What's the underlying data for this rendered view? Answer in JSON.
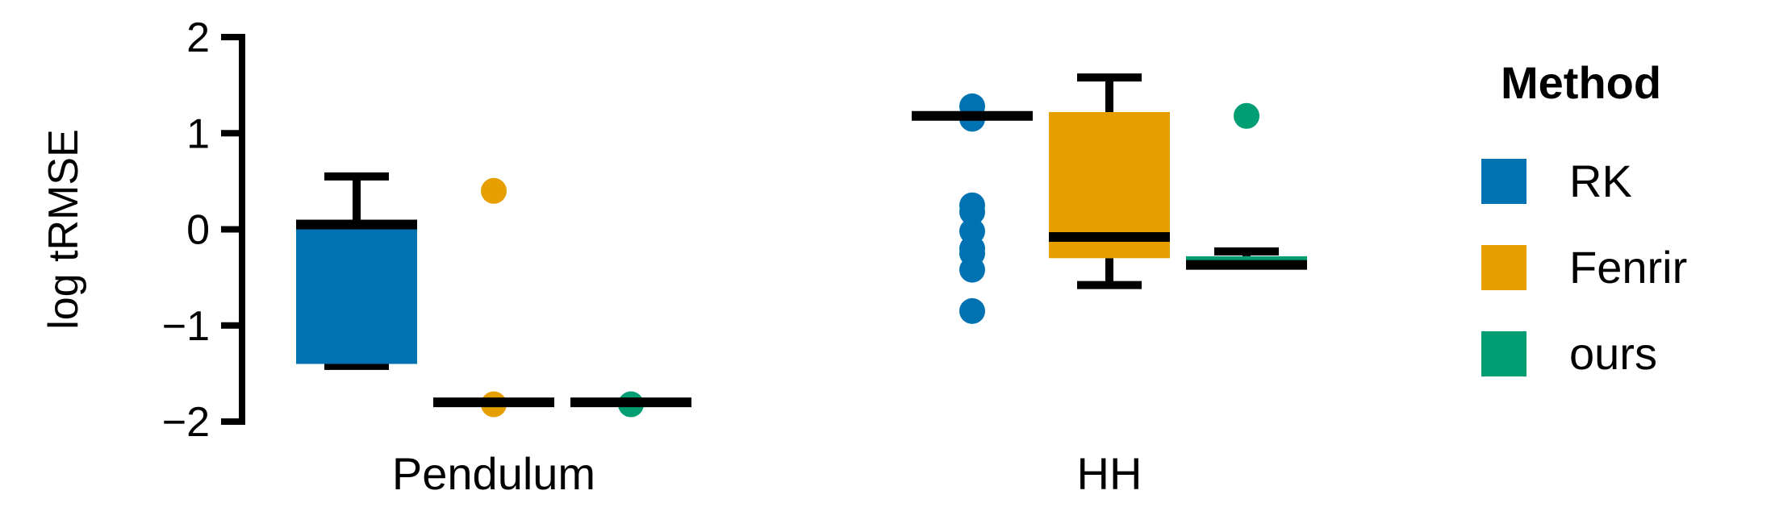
{
  "chart_data": {
    "type": "box",
    "title": "",
    "xlabel": "",
    "ylabel": "log tRMSE",
    "ylim": [
      -2,
      2
    ],
    "yticks": [
      2,
      1,
      0,
      -1,
      -2
    ],
    "ytick_labels": [
      "2",
      "1",
      "0",
      "−1",
      "−2"
    ],
    "categories": [
      "Pendulum",
      "HH"
    ],
    "grid": false,
    "legend": {
      "title": "Method",
      "placement": "right",
      "entries": [
        "RK",
        "Fenrir",
        "ours"
      ]
    },
    "series": [
      {
        "name": "RK",
        "color": "#0072B2",
        "boxes": [
          {
            "category": "Pendulum",
            "whisker_low": -1.42,
            "q1": -1.4,
            "median": 0.05,
            "q3": 0.07,
            "whisker_high": 0.55,
            "outliers": []
          },
          {
            "category": "HH",
            "whisker_low": 1.18,
            "q1": 1.18,
            "median": 1.18,
            "q3": 1.18,
            "whisker_high": 1.18,
            "outliers": [
              1.28,
              1.15,
              0.25,
              0.18,
              -0.02,
              -0.2,
              -0.25,
              -0.42,
              -0.85
            ]
          }
        ]
      },
      {
        "name": "Fenrir",
        "color": "#E69F00",
        "boxes": [
          {
            "category": "Pendulum",
            "whisker_low": -1.8,
            "q1": -1.8,
            "median": -1.8,
            "q3": -1.8,
            "whisker_high": -1.8,
            "outliers": [
              0.4,
              -1.82
            ]
          },
          {
            "category": "HH",
            "whisker_low": -0.58,
            "q1": -0.3,
            "median": -0.08,
            "q3": 1.22,
            "whisker_high": 1.58,
            "outliers": []
          }
        ]
      },
      {
        "name": "ours",
        "color": "#009E73",
        "boxes": [
          {
            "category": "Pendulum",
            "whisker_low": -1.8,
            "q1": -1.8,
            "median": -1.8,
            "q3": -1.8,
            "whisker_high": -1.8,
            "outliers": [
              -1.82
            ]
          },
          {
            "category": "HH",
            "whisker_low": -0.37,
            "q1": -0.37,
            "median": -0.37,
            "q3": -0.28,
            "whisker_high": -0.23,
            "outliers": [
              1.18
            ]
          }
        ]
      }
    ]
  }
}
